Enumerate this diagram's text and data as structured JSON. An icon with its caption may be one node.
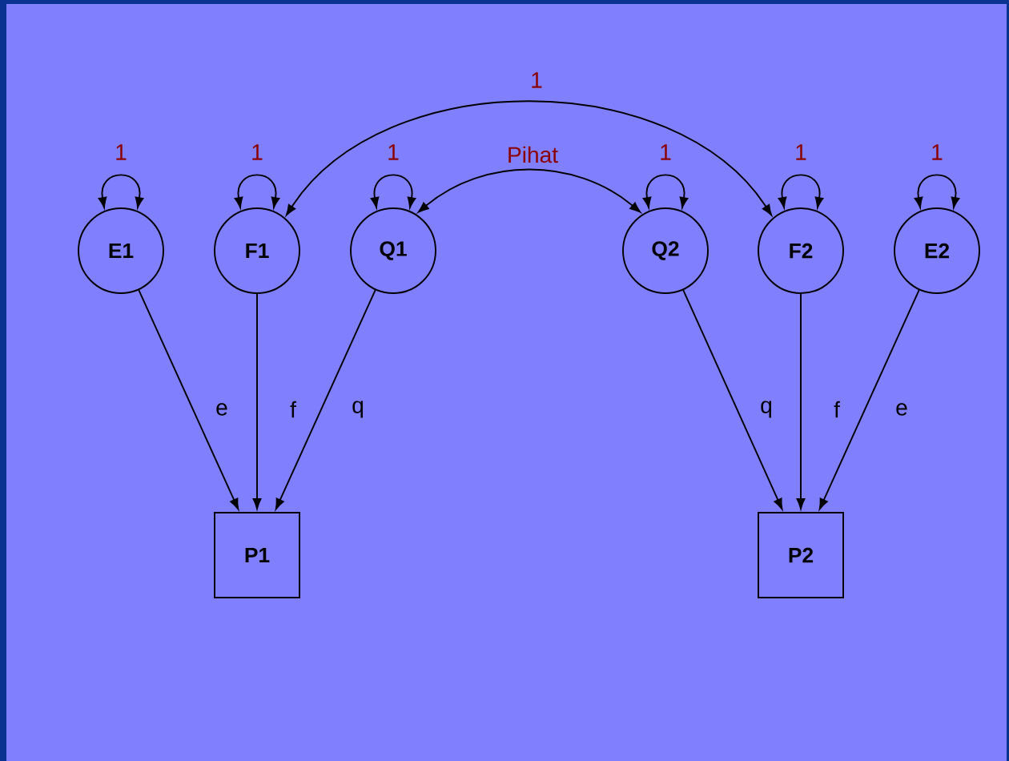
{
  "diagram": {
    "nodes": [
      {
        "text": [
          "E1"
        ]
      },
      {
        "text": [
          "F1"
        ]
      },
      {
        "text": [
          "Q1"
        ]
      },
      {
        "text": [
          "Q2"
        ]
      },
      {
        "text": [
          "F2"
        ]
      },
      {
        "text": [
          "E2"
        ]
      },
      {
        "text": [
          "P1"
        ]
      },
      {
        "text": [
          "P2"
        ]
      }
    ],
    "edges": [
      {
        "from": 0,
        "to": 0,
        "arrow": "both",
        "label": "1"
      },
      {
        "from": 1,
        "to": 1,
        "arrow": "both",
        "label": "1"
      },
      {
        "from": 2,
        "to": 2,
        "arrow": "both",
        "label": "1"
      },
      {
        "from": 3,
        "to": 3,
        "arrow": "both",
        "label": "1"
      },
      {
        "from": 4,
        "to": 4,
        "arrow": "both",
        "label": "1"
      },
      {
        "from": 5,
        "to": 5,
        "arrow": "both",
        "label": "1"
      },
      {
        "from": 1,
        "to": 4,
        "arrow": "both",
        "label": "1"
      },
      {
        "from": 2,
        "to": 3,
        "arrow": "both",
        "label": "Pihat"
      },
      {
        "from": 0,
        "to": 6,
        "arrow": "to",
        "label": "e"
      },
      {
        "from": 1,
        "to": 6,
        "arrow": "to",
        "label": "f"
      },
      {
        "from": 2,
        "to": 6,
        "arrow": "to",
        "label": "q"
      },
      {
        "from": 3,
        "to": 7,
        "arrow": "to",
        "label": "q"
      },
      {
        "from": 4,
        "to": 7,
        "arrow": "to",
        "label": "f"
      },
      {
        "from": 5,
        "to": 7,
        "arrow": "to",
        "label": "e"
      }
    ]
  }
}
